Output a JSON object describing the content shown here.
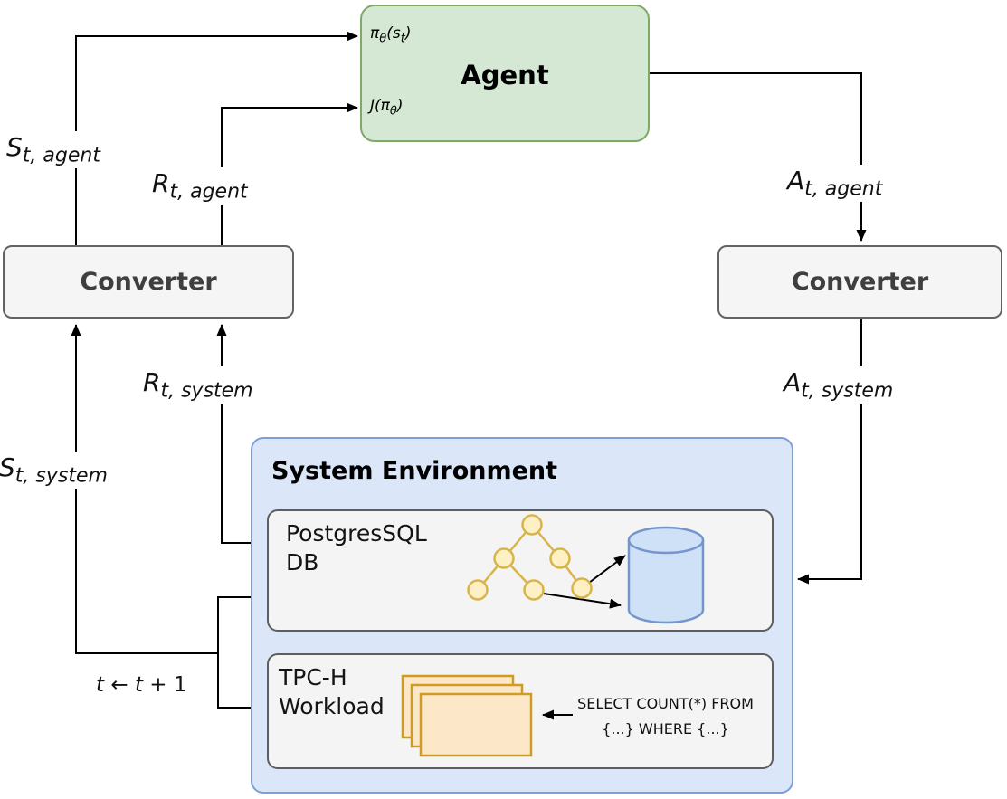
{
  "agent": {
    "title": "Agent",
    "policy_input": {
      "p1": "π",
      "s1": "θ",
      "p2": "(s",
      "s2": "t",
      "p3": ")"
    },
    "objective_input": {
      "p1": "J(π",
      "s1": "θ",
      "p2": ")"
    }
  },
  "converters": {
    "left_label": "Converter",
    "right_label": "Converter"
  },
  "system_environment": {
    "title": "System Environment",
    "postgres_db": {
      "line1": "PostgresSQL",
      "line2": "DB"
    },
    "tpch_workload": {
      "line1": "TPC-H",
      "line2": "Workload"
    },
    "query_example": {
      "line1": "SELECT COUNT(*) FROM",
      "line2": "{...} WHERE {...}"
    }
  },
  "signals": {
    "s_agent": {
      "base": "S",
      "sub": "t, agent"
    },
    "r_agent": {
      "base": "R",
      "sub": "t, agent"
    },
    "a_agent": {
      "base": "A",
      "sub": "t, agent"
    },
    "r_system": {
      "base": "R",
      "sub": "t, system"
    },
    "a_system": {
      "base": "A",
      "sub": "t, system"
    },
    "s_system": {
      "base": "S",
      "sub": "t, system"
    }
  },
  "timestep_update": {
    "lhs": "t",
    "arrow": "←",
    "rhs": "t",
    "increment": "+ 1"
  },
  "icons": {
    "query_plan_tree": "tree-of-connected-nodes",
    "database": "cylinder",
    "workload_queries": "stacked-pages"
  },
  "colors": {
    "agent_fill": "#d5e8d4",
    "agent_border": "#7fa968",
    "environment_fill": "#dbe6f8",
    "environment_border": "#7d9fd8",
    "component_fill": "#f5f5f5",
    "component_border": "#5e5e5e",
    "tree_node_fill": "#fdf0c4",
    "tree_node_border": "#d8b44a",
    "page_fill": "#fde7c9",
    "page_border": "#cf9b22",
    "cylinder_fill": "#cfe1f7",
    "cylinder_border": "#7596cc",
    "connector": "#000000"
  }
}
